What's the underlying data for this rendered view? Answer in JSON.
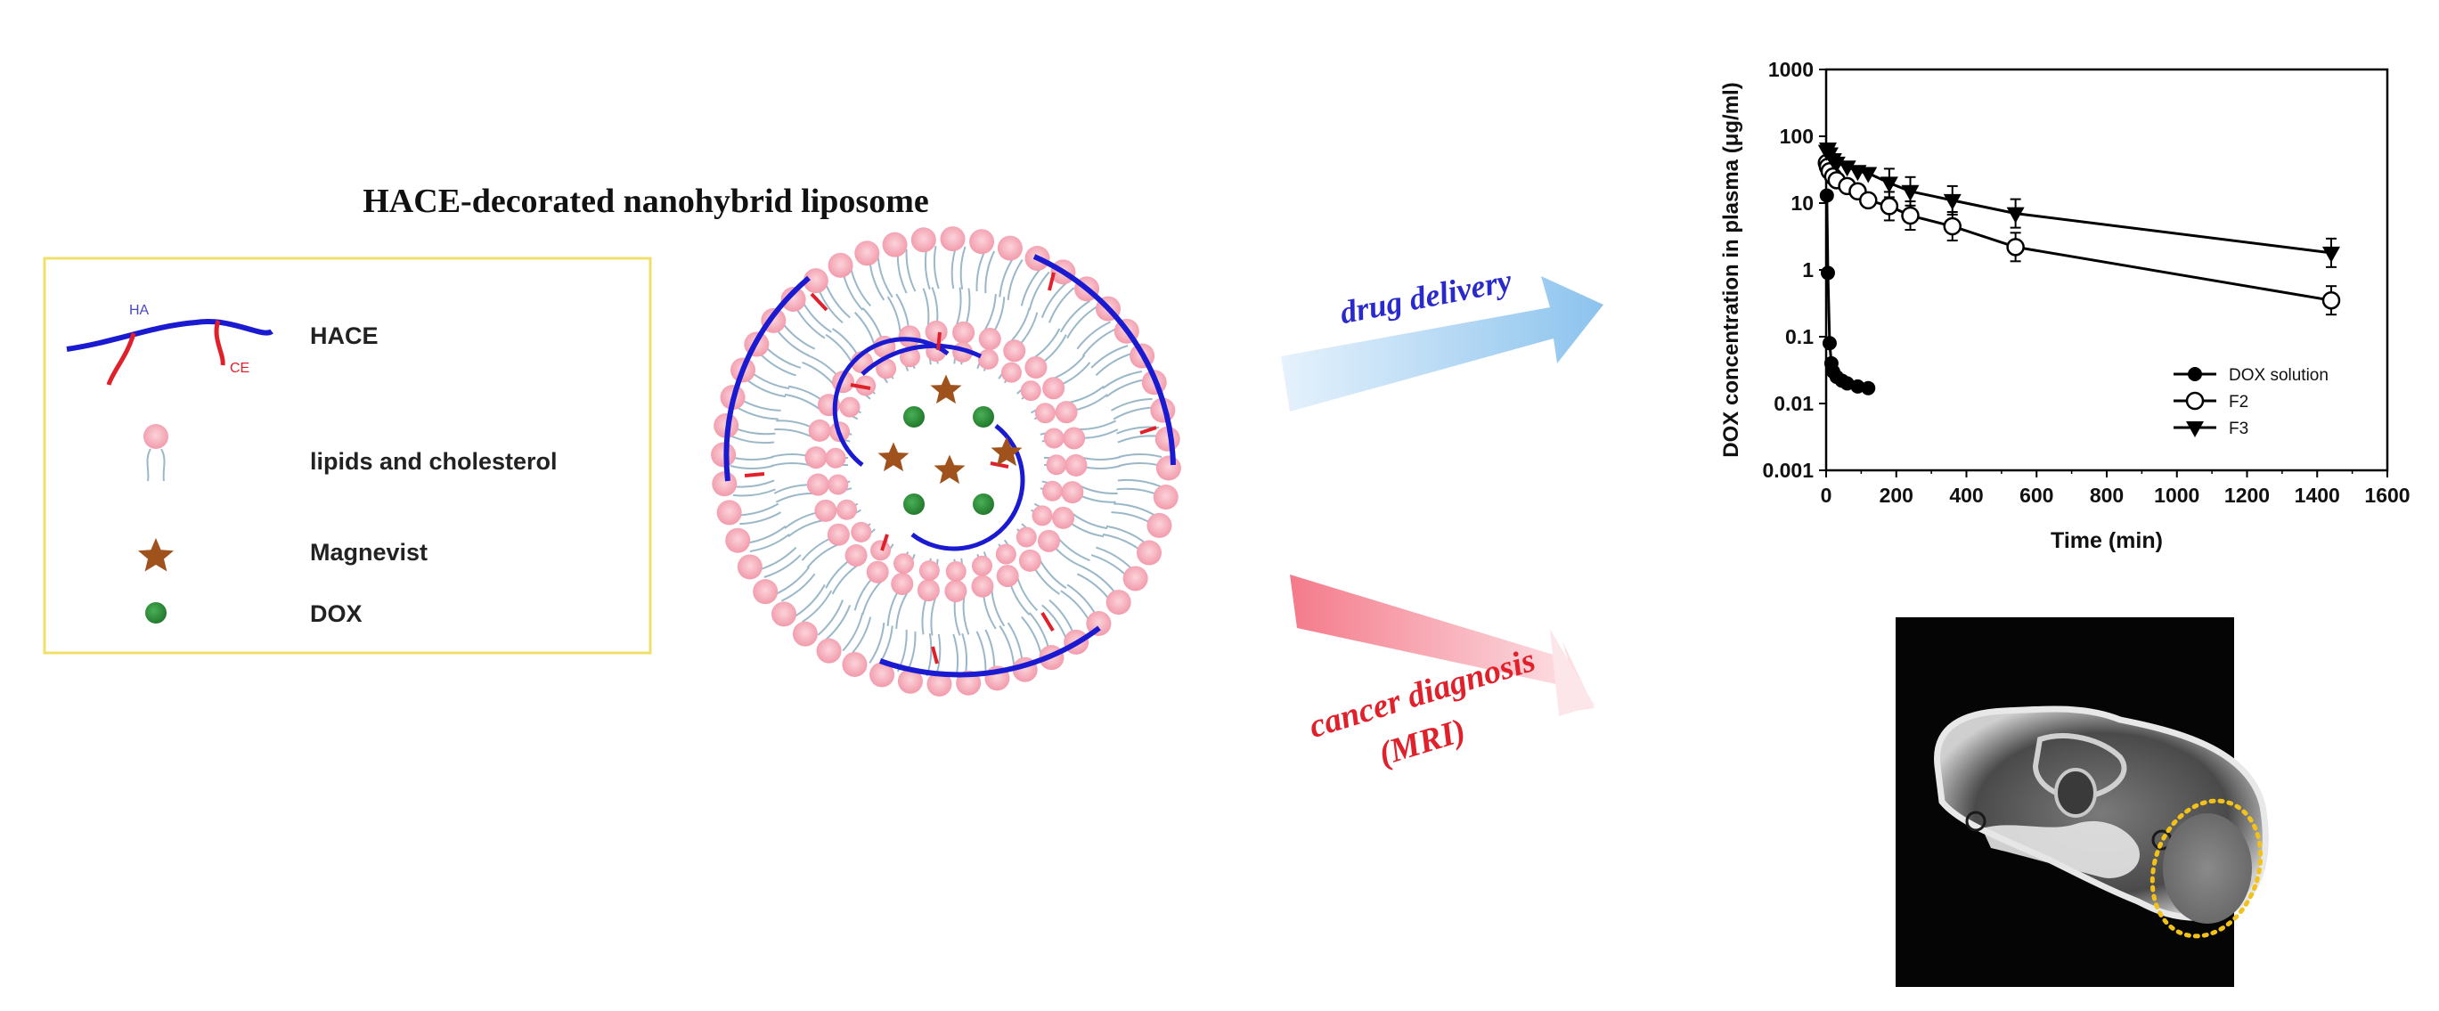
{
  "figure": {
    "title": "HACE-decorated nanohybrid liposome"
  },
  "legend": {
    "items": [
      {
        "label": "HACE",
        "icon": "hace-polymer-icon"
      },
      {
        "label": "lipids and cholesterol",
        "icon": "lipid-molecule-icon"
      },
      {
        "label": "Magnevist",
        "icon": "star-icon"
      },
      {
        "label": "DOX",
        "icon": "green-dot-icon"
      }
    ],
    "hace_labels": {
      "ha": "HA",
      "ce": "CE"
    },
    "colors": {
      "ha": "#1a1ad0",
      "ce": "#e0202a",
      "lipid_head": "#f6a8b6",
      "lipid_tail": "#9ab8c8",
      "magnevist": "#a0521c",
      "dox": "#2e8b3a",
      "legend_border": "#f0e06a"
    }
  },
  "arrows": {
    "drug_delivery": {
      "label": "drug delivery",
      "color": "#2a2acc",
      "fill": "#a8cff2"
    },
    "cancer_diagnosis": {
      "label_line1": "cancer diagnosis",
      "label_line2": "(MRI)",
      "color": "#e0202a",
      "fill": "#f4a0a8"
    }
  },
  "chart_data": {
    "type": "scatter",
    "xlabel": "Time (min)",
    "ylabel": "DOX concentration in plasma (μg/ml)",
    "x_scale": "linear",
    "y_scale": "log",
    "xlim": [
      0,
      1600
    ],
    "ylim": [
      0.001,
      1000
    ],
    "x_ticks": [
      "0",
      "200",
      "400",
      "600",
      "800",
      "1000",
      "1200",
      "1400",
      "1600"
    ],
    "y_ticks": [
      "0.001",
      "0.01",
      "0.1",
      "1",
      "10",
      "100",
      "1000"
    ],
    "legend_position": "right, lower-middle",
    "series": [
      {
        "name": "DOX solution",
        "marker": "filled-circle",
        "x": [
          2,
          5,
          10,
          15,
          20,
          30,
          45,
          60,
          90,
          120
        ],
        "y": [
          13,
          0.9,
          0.08,
          0.04,
          0.03,
          0.025,
          0.022,
          0.02,
          0.018,
          0.017
        ]
      },
      {
        "name": "F2",
        "marker": "open-circle",
        "x": [
          2,
          5,
          10,
          20,
          30,
          60,
          90,
          120,
          180,
          240,
          360,
          540,
          1440
        ],
        "y": [
          40,
          35,
          30,
          25,
          22,
          18,
          15,
          11,
          9,
          6.5,
          4.5,
          2.2,
          0.35
        ]
      },
      {
        "name": "F3",
        "marker": "filled-triangle-down",
        "x": [
          2,
          5,
          10,
          20,
          30,
          60,
          90,
          120,
          180,
          240,
          360,
          540,
          1440
        ],
        "y": [
          60,
          65,
          55,
          45,
          40,
          35,
          30,
          28,
          20,
          15,
          11,
          7,
          1.8
        ]
      }
    ]
  },
  "mri": {
    "caption": ""
  }
}
